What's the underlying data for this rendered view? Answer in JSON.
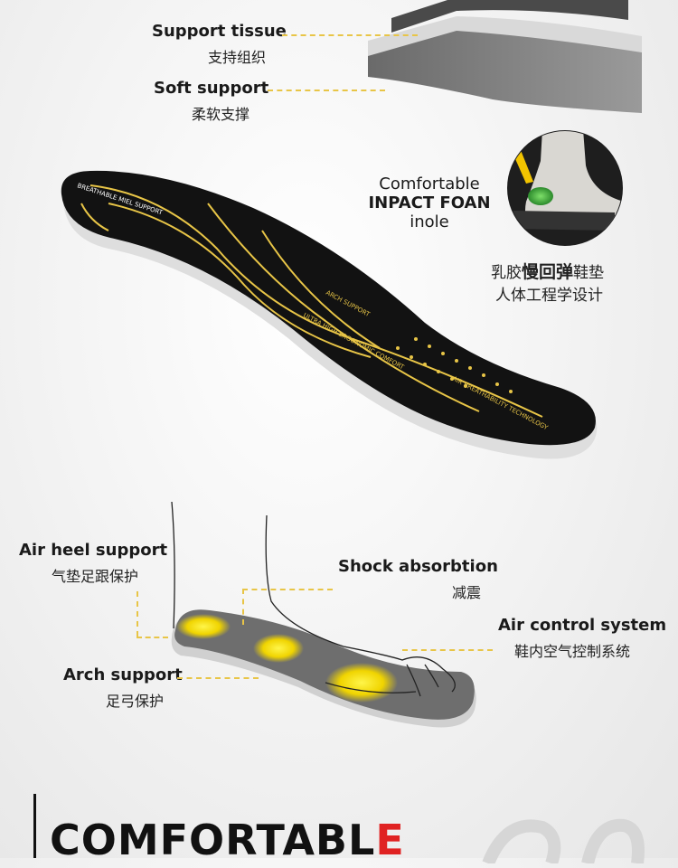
{
  "layers": {
    "support_tissue": {
      "en": "Support tissue",
      "zh": "支持组织"
    },
    "soft_support": {
      "en": "Soft support",
      "zh": "柔软支撑"
    }
  },
  "foam": {
    "line1": "Comfortable",
    "line2": "INPACT FOAN",
    "line3": "inole",
    "zh1_pre": "乳胶",
    "zh1_bold": "慢回弹",
    "zh1_post": "鞋垫",
    "zh2": "人体工程学设计"
  },
  "insole_print": {
    "brand": "BREATHABLE MIEL SUPPORT",
    "text1": "ARCH SUPPORT",
    "text2": "ULTRA HIGH ERGONOMIC COMFORT",
    "text3": "AIR BREATHABILITY TECHNOLOGY"
  },
  "features": {
    "air_heel": {
      "en": "Air heel support",
      "zh": "气垫足跟保护"
    },
    "shock": {
      "en": "Shock absorbtion",
      "zh": "减震"
    },
    "air_control": {
      "en": "Air control system",
      "zh": "鞋内空气控制系统"
    },
    "arch": {
      "en": "Arch support",
      "zh": "足弓保护"
    }
  },
  "heading": {
    "main": "COMFORTABL",
    "accent": "E"
  },
  "colors": {
    "accent": "#e8c547",
    "title_accent": "#e02222",
    "insole_black": "#121212"
  }
}
